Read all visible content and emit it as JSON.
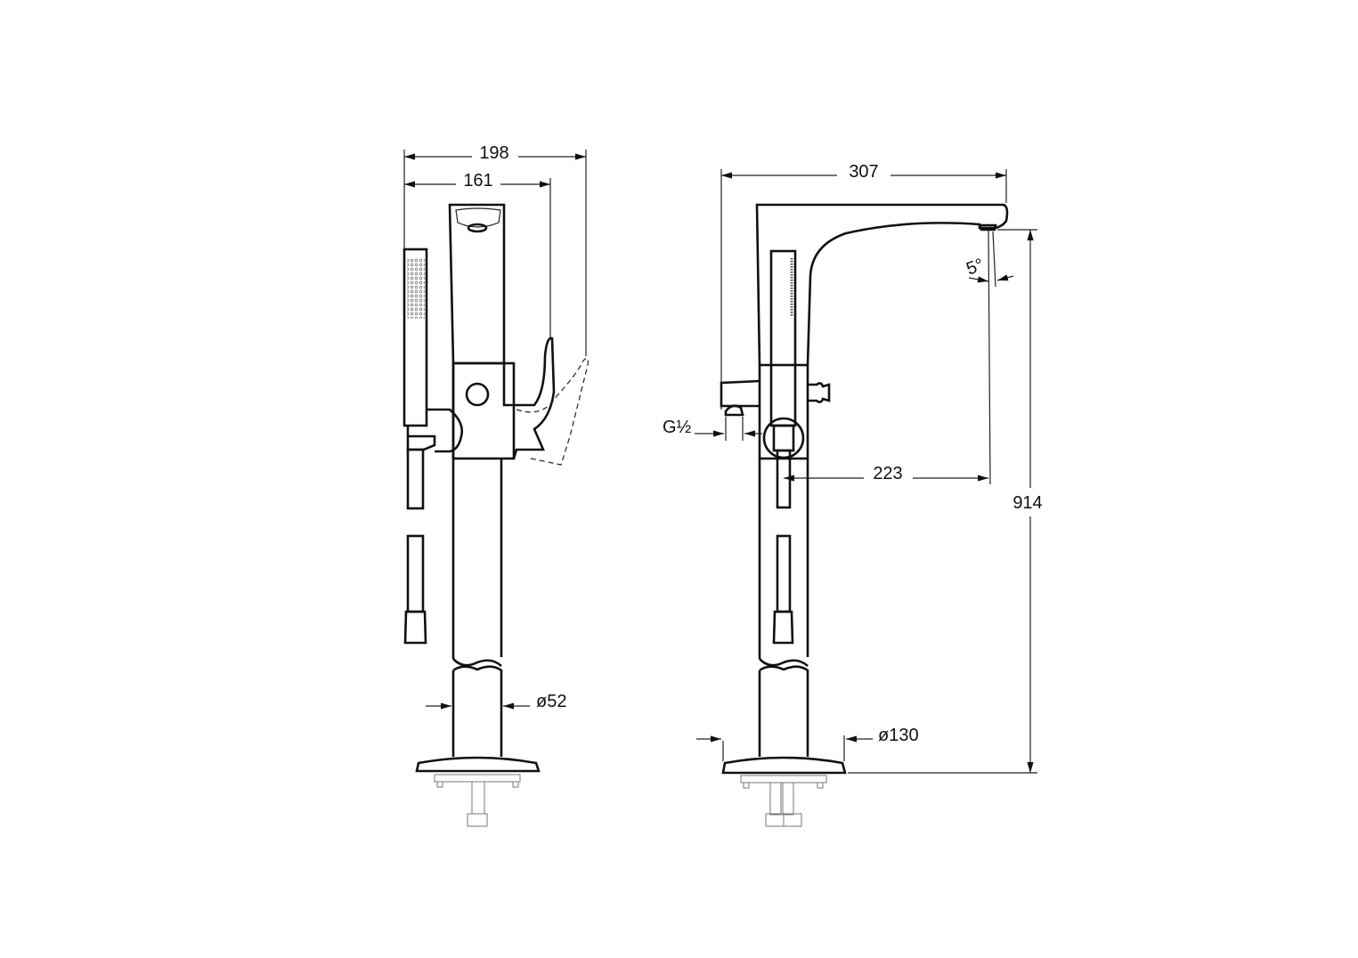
{
  "title": "Freestanding bath/shower mixer technical drawing",
  "side_view": {
    "width_total": "198",
    "width_body": "161",
    "pipe_diameter": "ø52"
  },
  "front_view": {
    "spout_reach": "307",
    "height": "914",
    "spout_to_axis": "223",
    "base_diameter": "ø130",
    "outlet_thread": "G½",
    "spout_angle": "5°"
  },
  "colors": {
    "line": "#111111",
    "background": "#ffffff"
  }
}
